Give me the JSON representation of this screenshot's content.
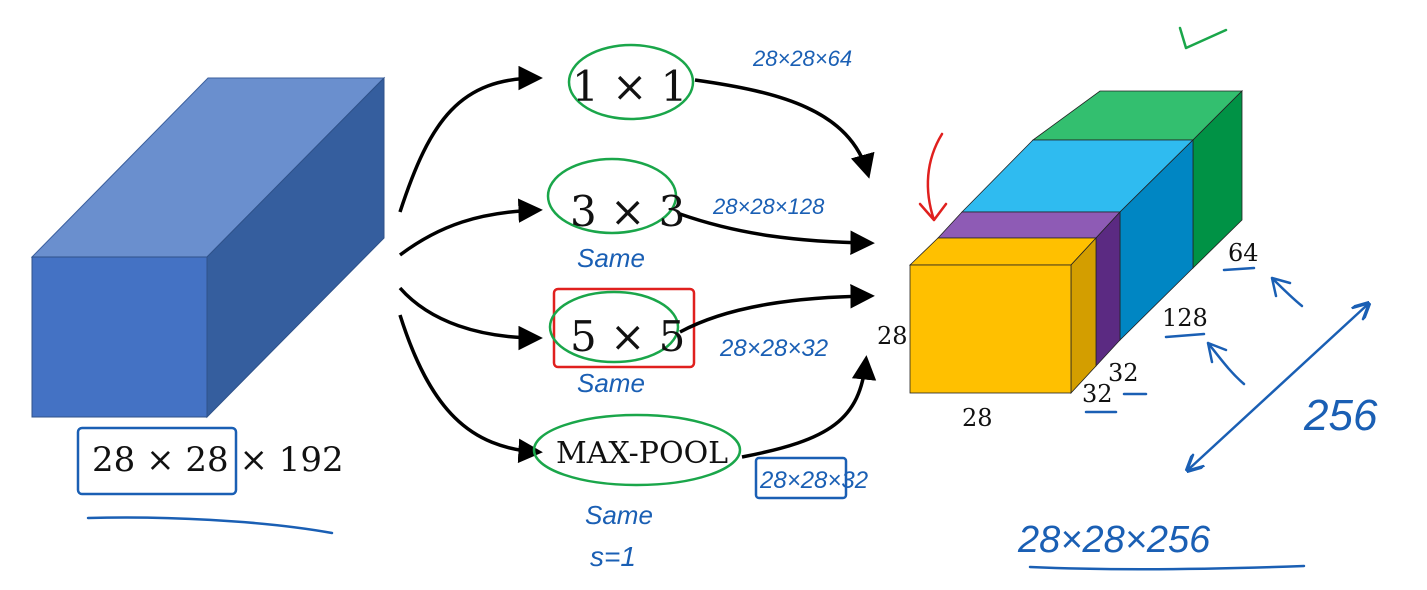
{
  "input_volume": {
    "label": "28 × 28 × 192",
    "front_color": "#4472c4",
    "top_color": "#6a8fce",
    "side_color": "#355e9e"
  },
  "branches": [
    {
      "label": "1 × 1",
      "output_note": "28×28×64"
    },
    {
      "label": "3 × 3",
      "output_note": "28×28×128",
      "padding_note": "Same"
    },
    {
      "label": "5 × 5",
      "output_note": "28×28×32",
      "padding_note": "Same"
    },
    {
      "label": "MAX-POOL",
      "output_note": "28×28×32",
      "padding_note": "Same",
      "stride_note": "s=1"
    }
  ],
  "output_volume": {
    "height_label": "28",
    "width_label": "28",
    "depth_labels": {
      "yellow": "32",
      "purple": "32",
      "blue": "128",
      "green": "64"
    },
    "colors": {
      "yellow_front": "#ffc000",
      "yellow_side": "#d39e00",
      "purple_top": "#8e5bb5",
      "purple_side": "#5b2a82",
      "blue_top": "#2fbbf0",
      "blue_side": "#0086c3",
      "green_top": "#33bf6f",
      "green_side": "#009245"
    }
  },
  "annotations": {
    "total_depth": "256",
    "total_output": "28×28×256"
  },
  "colors": {
    "ink_blue": "#1a5fb4",
    "ink_green": "#1aa64a",
    "ink_red": "#e0201e",
    "arrow_black": "#000000"
  }
}
